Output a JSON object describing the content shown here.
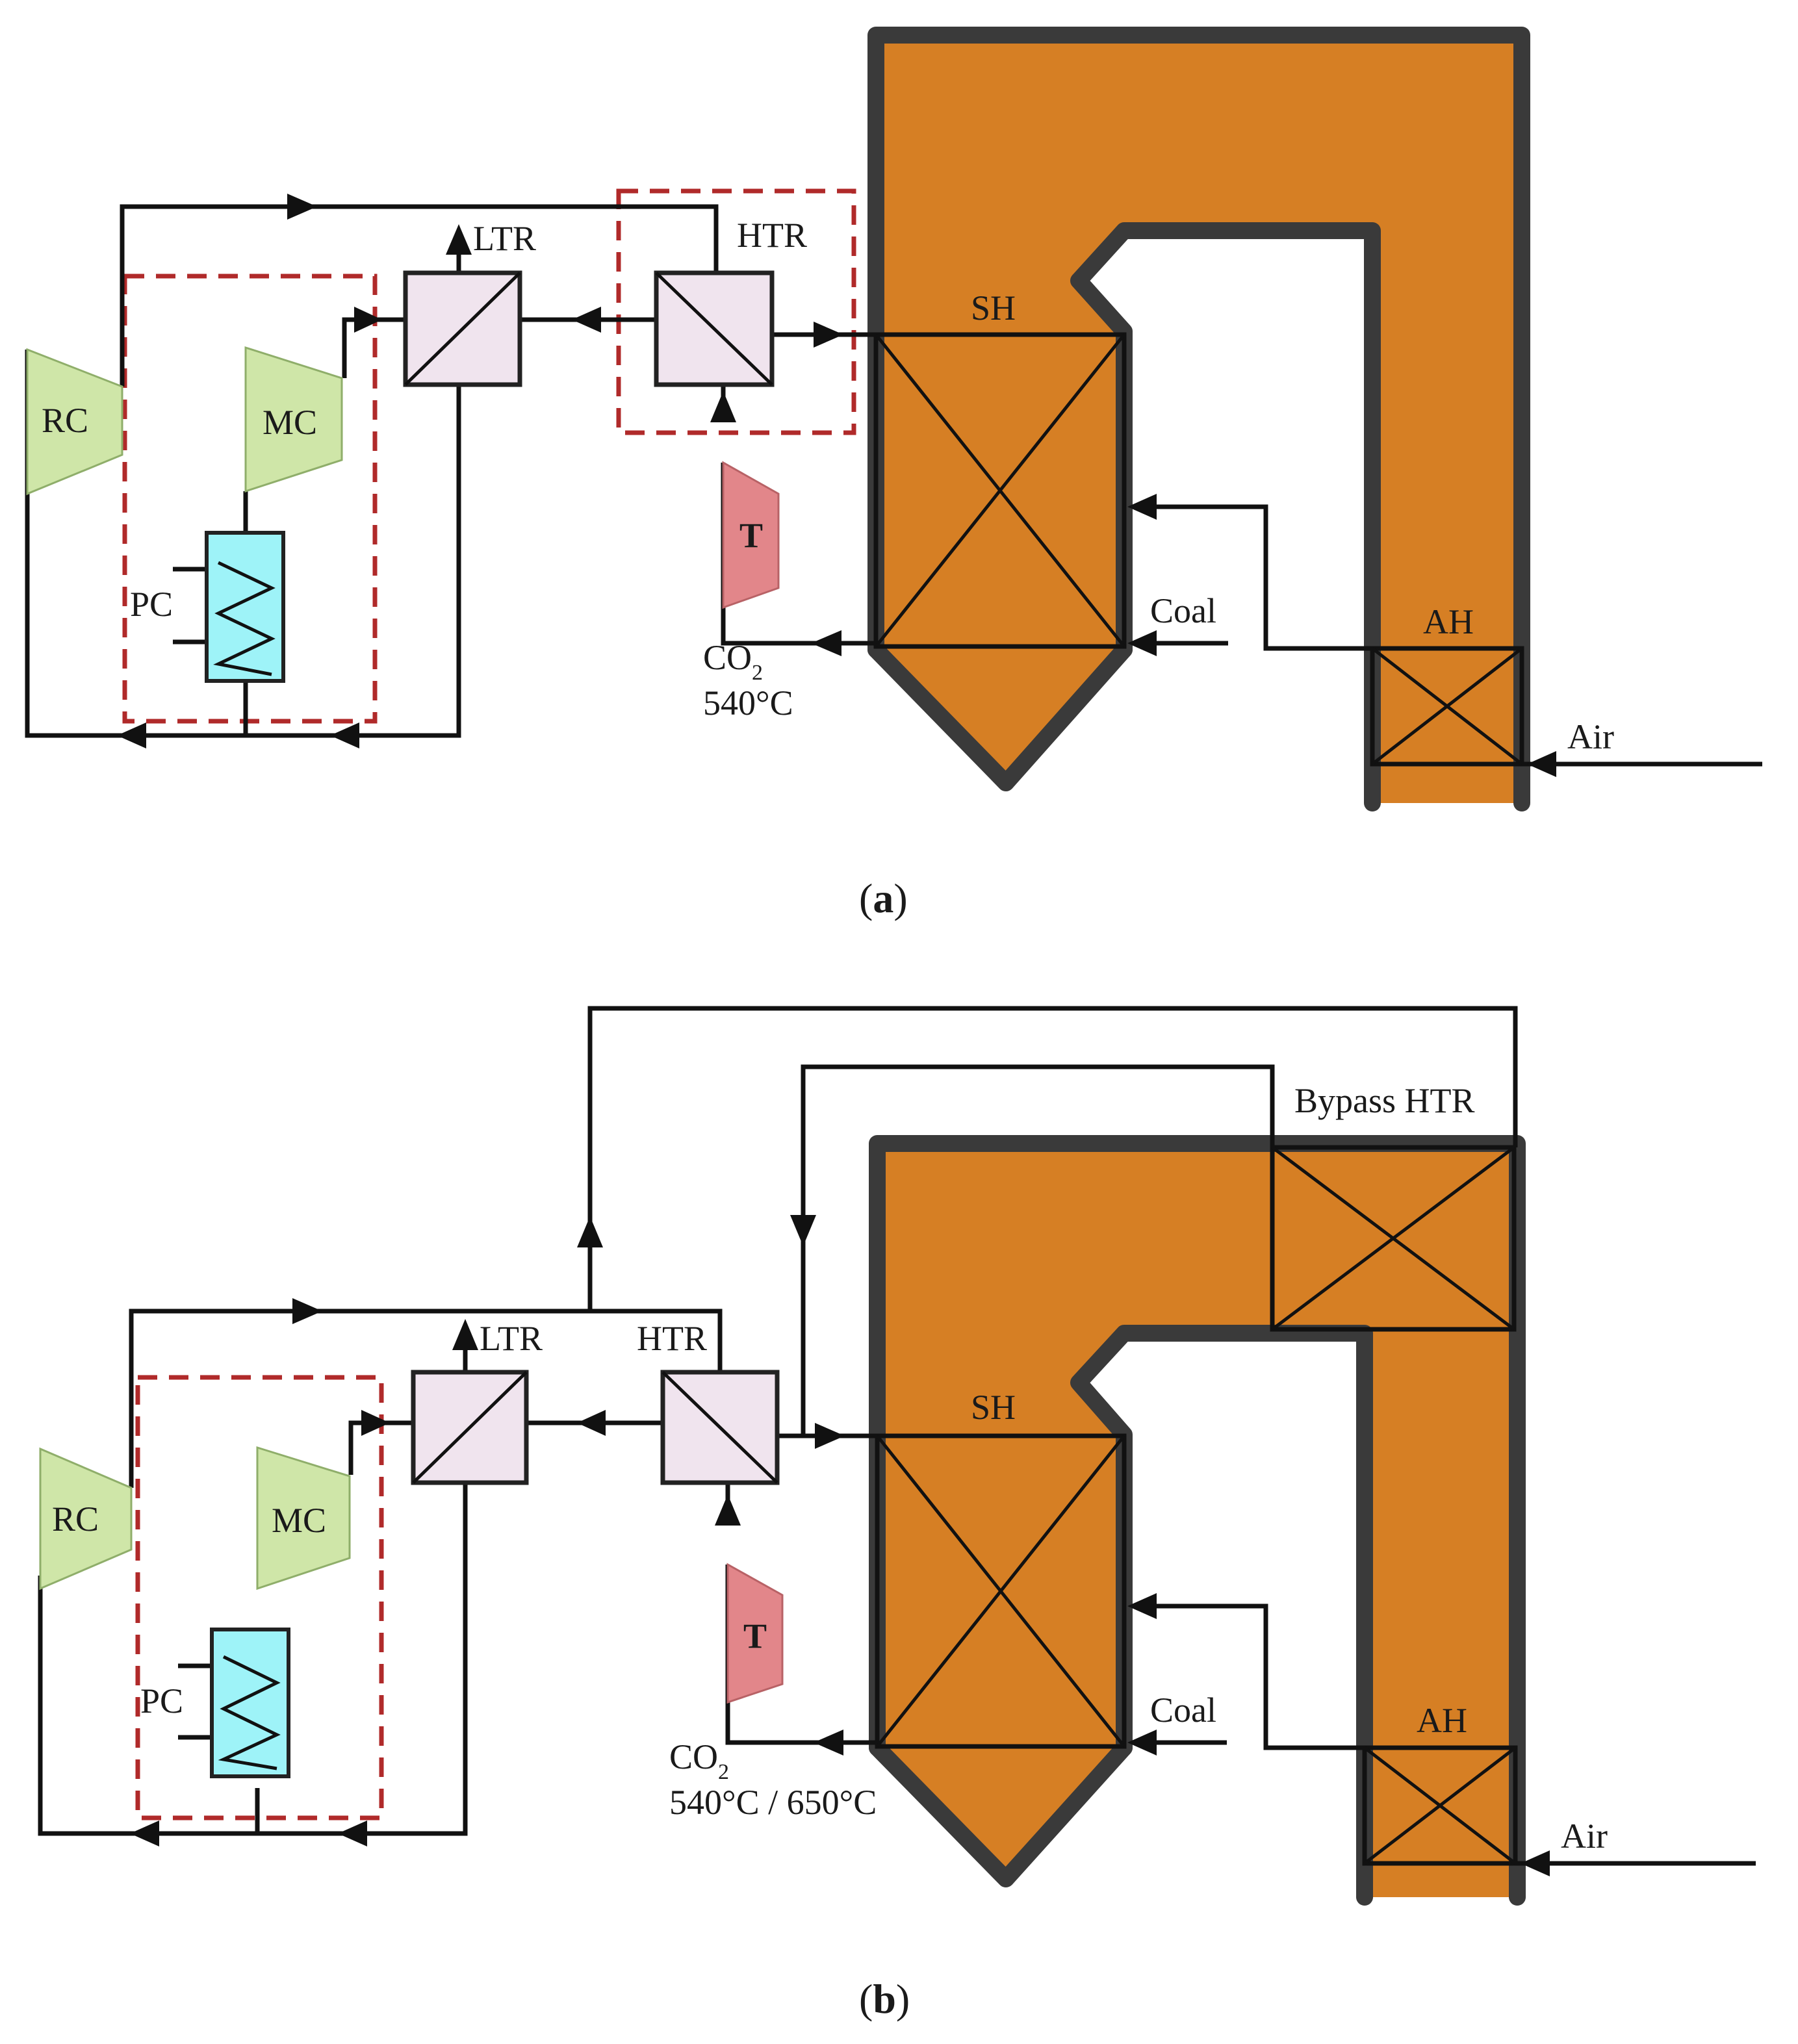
{
  "colors": {
    "furnace": "#d67f24",
    "wall": "#3a3a3a",
    "compressor": "#cfe6a8",
    "turbine": "#e2868a",
    "cooler": "#9ef3f8",
    "recuperator": "#f0e4ee",
    "dashed_box": "#b02a2a"
  },
  "panel_a": {
    "labels": {
      "ltr": "LTR",
      "htr": "HTR",
      "sh": "SH",
      "rc": "RC",
      "mc": "MC",
      "pc": "PC",
      "t": "T",
      "coal": "Coal",
      "ah": "AH",
      "air": "Air",
      "co2_main": "CO",
      "co2_sub": "2",
      "temp": "540°C"
    },
    "caption": {
      "open": "(",
      "letter": "a",
      "close": ")"
    }
  },
  "panel_b": {
    "labels": {
      "ltr": "LTR",
      "htr": "HTR",
      "bypass": "Bypass HTR",
      "sh": "SH",
      "rc": "RC",
      "mc": "MC",
      "pc": "PC",
      "t": "T",
      "coal": "Coal",
      "ah": "AH",
      "air": "Air",
      "co2_main": "CO",
      "co2_sub": "2",
      "temp": "540°C / 650°C"
    },
    "caption": {
      "open": "(",
      "letter": "b",
      "close": ")"
    }
  }
}
